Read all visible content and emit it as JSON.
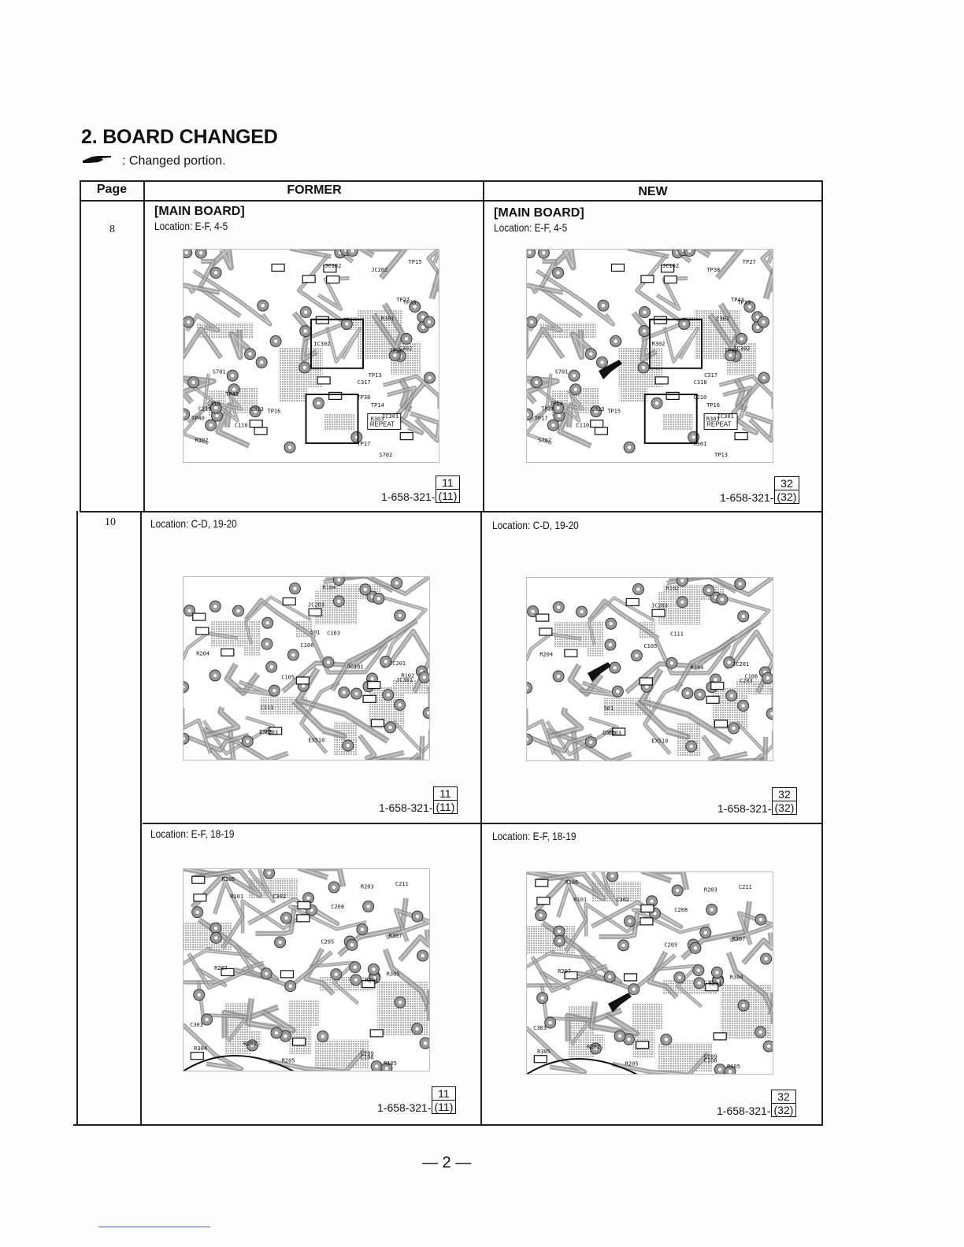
{
  "section_title": "2. BOARD CHANGED",
  "legend": {
    "icon": "pointing-hand-icon",
    "text": ": Changed portion."
  },
  "table": {
    "headers": {
      "page": "Page",
      "former": "FORMER",
      "new": "NEW"
    },
    "rows": [
      {
        "page": "8",
        "former": {
          "board": "[MAIN BOARD]",
          "location": "Location: E-F, 4-5",
          "part_prefix": "1-658-321-",
          "part_top": "11",
          "part_bottom": "(11)"
        },
        "new": {
          "board": "[MAIN BOARD]",
          "location": "Location: E-F, 4-5",
          "part_prefix": "1-658-321-",
          "part_top": "32",
          "part_bottom": "(32)"
        }
      },
      {
        "page": "10",
        "former": {
          "location": "Location: C-D, 19-20",
          "part_prefix": "1-658-321-",
          "part_top": "11",
          "part_bottom": "(11)"
        },
        "new": {
          "location": "Location: C-D, 19-20",
          "part_prefix": "1-658-321-",
          "part_top": "32",
          "part_bottom": "(32)"
        }
      },
      {
        "page": "",
        "former": {
          "location": "Location: E-F, 18-19",
          "part_prefix": "1-658-321-",
          "part_top": "11",
          "part_bottom": "(11)"
        },
        "new": {
          "location": "Location: E-F, 18-19",
          "part_prefix": "1-658-321-",
          "part_top": "32",
          "part_bottom": "(32)"
        }
      }
    ]
  },
  "pcb_labels": {
    "r1_former": [
      "C110",
      "TP39",
      "IC301",
      "JC102",
      "C313",
      "R303",
      "S701",
      "JC202",
      "TP38",
      "C210",
      "TP28",
      "TP40",
      "TP17",
      "R301",
      "C302",
      "IC302",
      "R302",
      "S702",
      "TP13",
      "C317",
      "C318",
      "TP14",
      "TP16",
      "TP15",
      "TP27",
      "TP43"
    ],
    "r1_former_tag": "REPEAT",
    "r1_new": [
      "C110",
      "TP39",
      "IC301",
      "JC102",
      "C313",
      "R303",
      "S701",
      "TP38",
      "C210",
      "TP28",
      "TP40",
      "TP17",
      "R301",
      "C302",
      "IC302",
      "R302",
      "S702",
      "TP13",
      "C317",
      "C318",
      "TP14",
      "TP16",
      "TP15",
      "TP27",
      "TP43"
    ],
    "r1_new_tag": "REPEAT",
    "r2_former": [
      "EX510",
      "JC203",
      "D505",
      "JC201",
      "R204",
      "JC101",
      "JC301",
      "R104",
      "C203",
      "R102",
      "C103",
      "C106",
      "C111",
      "C105",
      "501"
    ],
    "r2_new": [
      "EX510",
      "JC203",
      "D505",
      "JC201",
      "R204",
      "R104",
      "C203",
      "R102",
      "C103",
      "C106",
      "C111",
      "C105",
      "501"
    ],
    "r3_former": [
      "R105",
      "R106",
      "C209",
      "R202",
      "R203",
      "C208",
      "R201",
      "R205",
      "C211",
      "R307",
      "C302",
      "R304",
      "R305",
      "C303",
      "R101",
      "R207",
      "C205",
      "C108"
    ],
    "r3_new": [
      "R105",
      "R106",
      "C209",
      "R202",
      "R203",
      "C208",
      "R201",
      "R205",
      "C211",
      "R307",
      "C302",
      "R305",
      "R304",
      "C303",
      "R101",
      "R207",
      "C205",
      "C108"
    ]
  },
  "footer": "— 2 —"
}
